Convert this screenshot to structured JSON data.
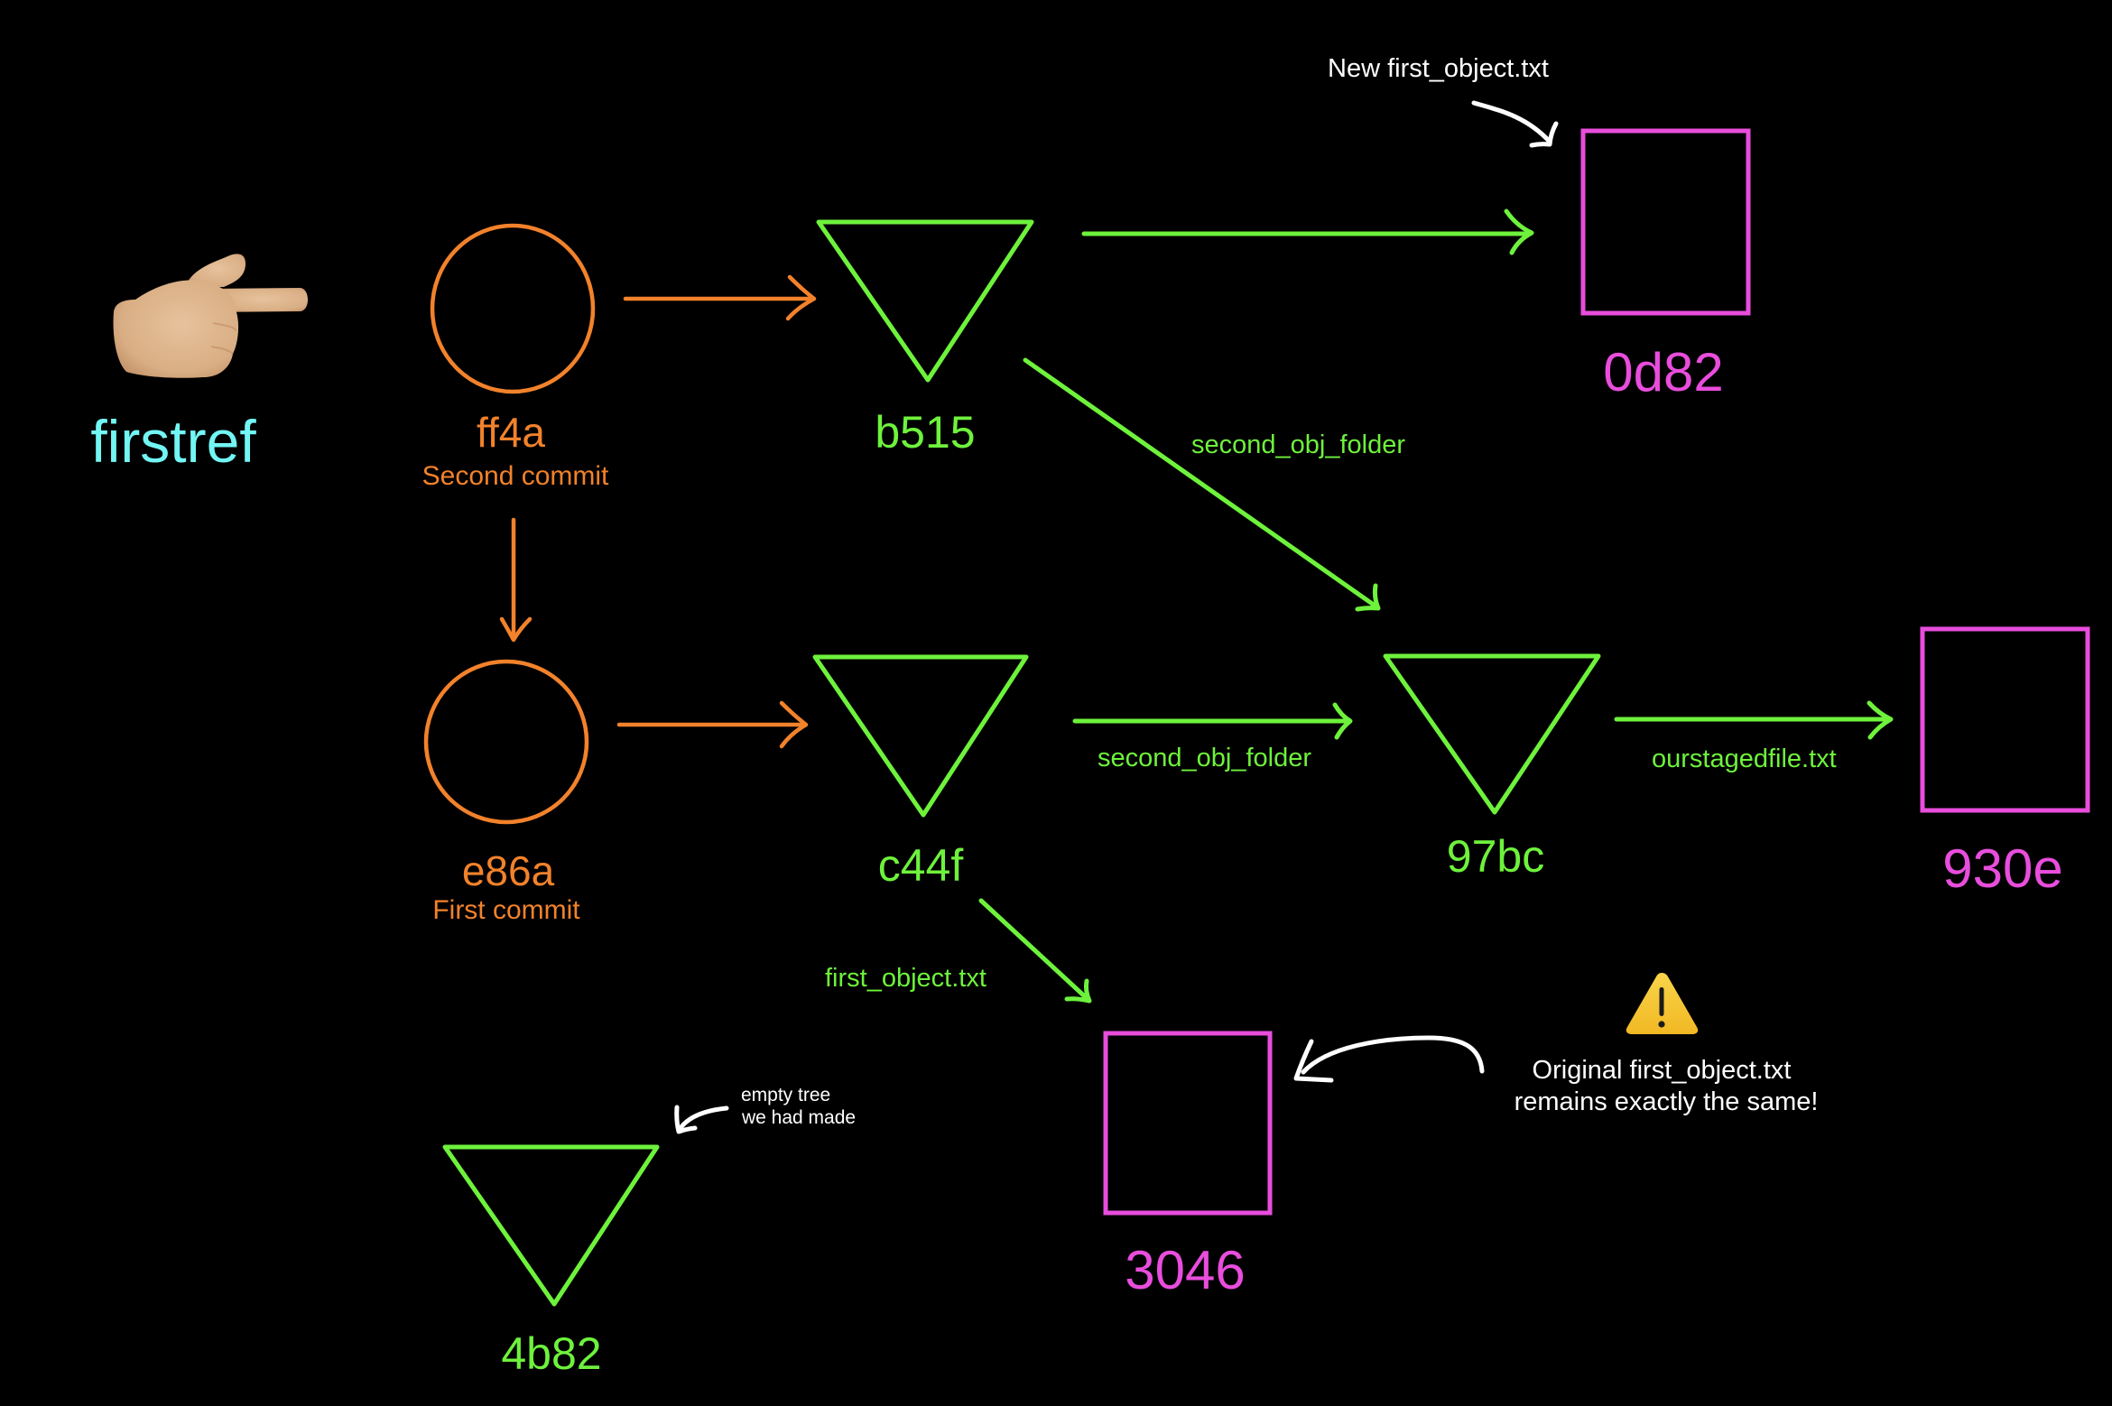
{
  "diagram": {
    "title": "Git object graph after second commit",
    "colors": {
      "background": "#000000",
      "ref": "#72F6F4",
      "commit": "#F2822B",
      "tree": "#6EF23C",
      "blob": "#E84DDC",
      "annotation": "#FFFFFF",
      "warning": "#F7C631"
    },
    "ref": {
      "icon": "pointing-hand-icon",
      "label": "firstref"
    },
    "commits": [
      {
        "id": "ff4a",
        "message": "Second commit"
      },
      {
        "id": "e86a",
        "message": "First commit"
      }
    ],
    "trees": [
      {
        "id": "b515"
      },
      {
        "id": "c44f"
      },
      {
        "id": "97bc"
      },
      {
        "id": "4b82"
      }
    ],
    "blobs": [
      {
        "id": "0d82"
      },
      {
        "id": "930e"
      },
      {
        "id": "3046"
      }
    ],
    "edges": [
      {
        "from": "firstref",
        "to": "ff4a",
        "label": ""
      },
      {
        "from": "ff4a",
        "to": "b515",
        "label": ""
      },
      {
        "from": "ff4a",
        "to": "e86a",
        "label": ""
      },
      {
        "from": "e86a",
        "to": "c44f",
        "label": ""
      },
      {
        "from": "b515",
        "to": "0d82",
        "label": ""
      },
      {
        "from": "b515",
        "to": "97bc",
        "label": "second_obj_folder"
      },
      {
        "from": "c44f",
        "to": "97bc",
        "label": "second_obj_folder"
      },
      {
        "from": "97bc",
        "to": "930e",
        "label": "ourstagedfile.txt"
      },
      {
        "from": "c44f",
        "to": "3046",
        "label": "first_object.txt"
      }
    ],
    "annotations": {
      "new_blob": "New first_object.txt",
      "empty_tree_line1": "empty tree",
      "empty_tree_line2": "we had made",
      "original_line1": "Original first_object.txt",
      "original_line2": "remains exactly the same!",
      "warning_icon": "warning-icon"
    }
  }
}
